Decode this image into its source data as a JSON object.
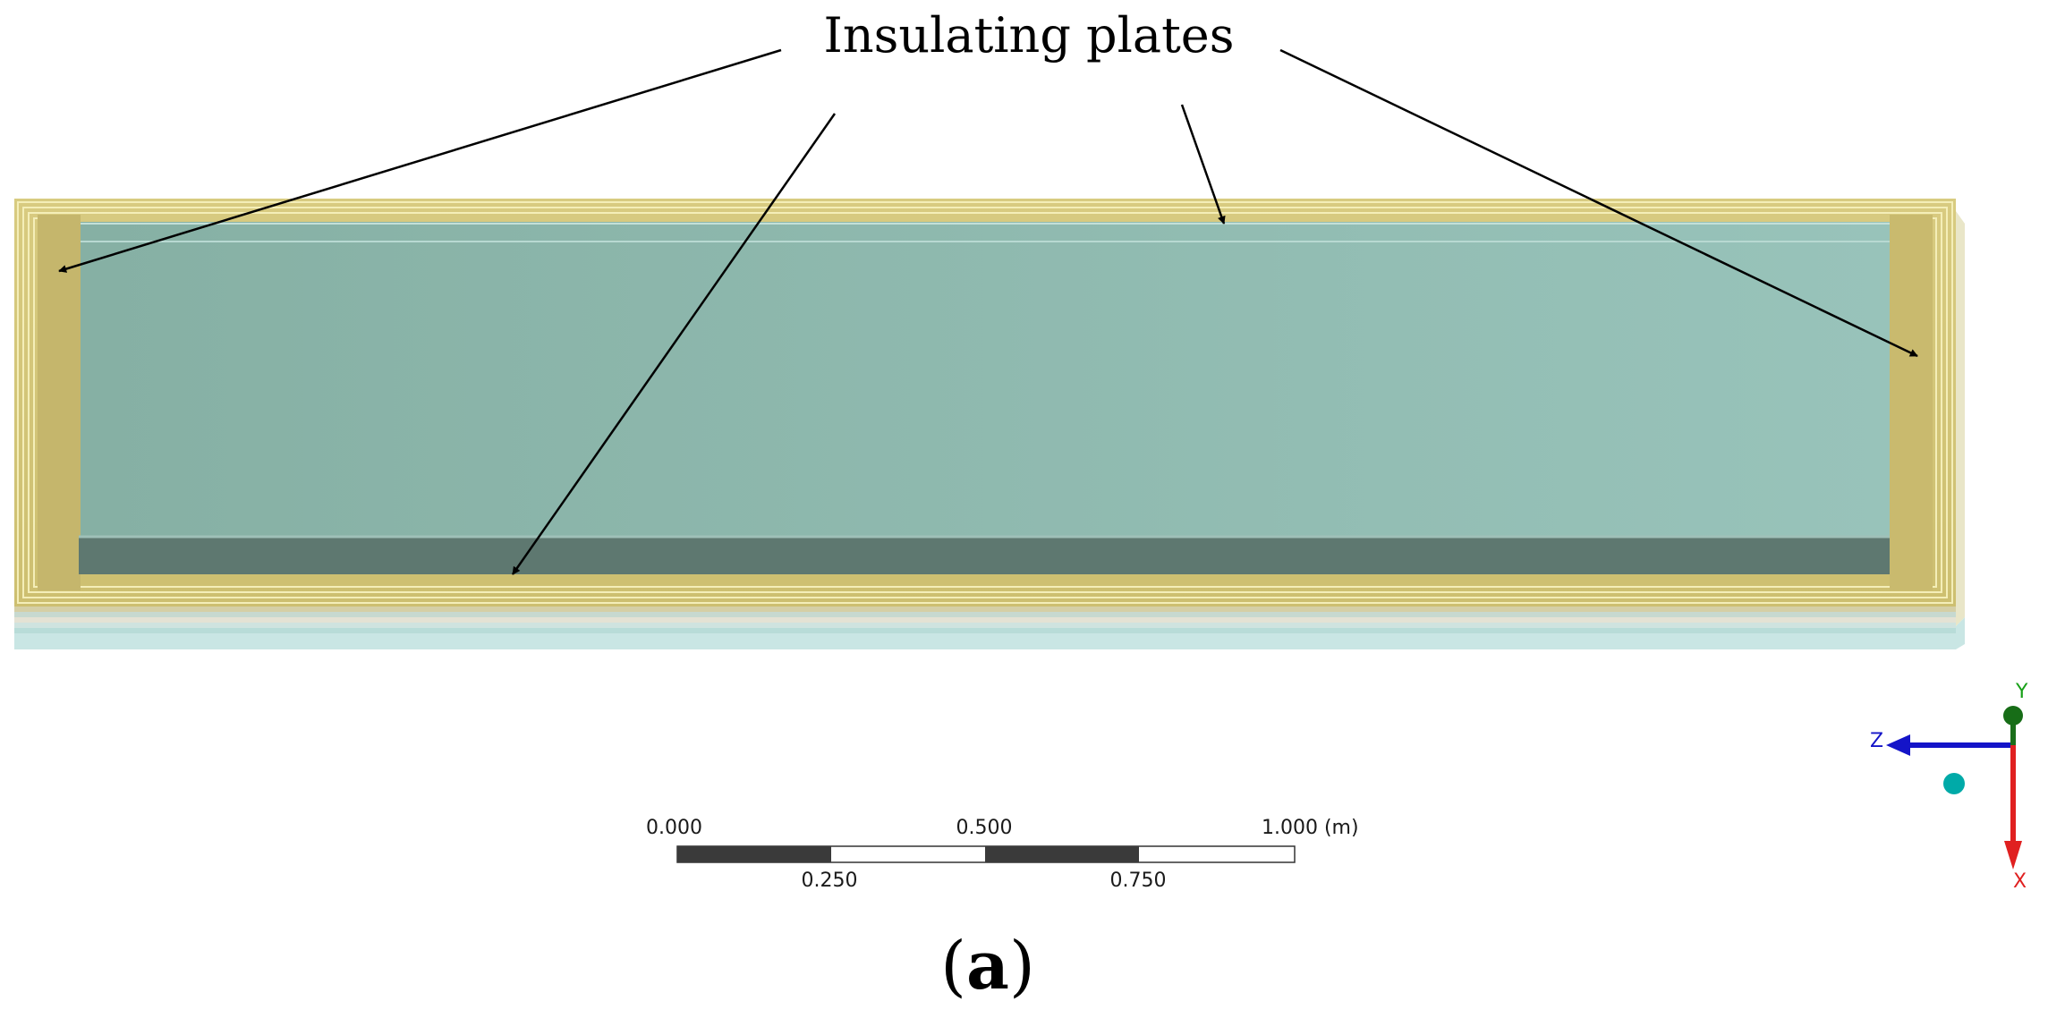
{
  "annotation": {
    "title": "Insulating plates"
  },
  "scale_bar": {
    "labels_top": [
      "0.000",
      "0.500",
      "1.000 (m)"
    ],
    "labels_bottom": [
      "0.250",
      "0.750"
    ]
  },
  "triad": {
    "x_label": "X",
    "y_label": "Y",
    "z_label": "Z",
    "colors": {
      "x": "#e02020",
      "y": "#17a017",
      "z": "#1414c8",
      "origin": "#00aaa8"
    }
  },
  "caption": {
    "open": "(",
    "letter": "a",
    "close": ")"
  },
  "colors": {
    "plate": "#d6c87a",
    "plate_dark": "#c9b96a",
    "tank": "#8fbab0",
    "tank_bottom": "#5e7870",
    "edge_light": "#f4eeb8"
  }
}
